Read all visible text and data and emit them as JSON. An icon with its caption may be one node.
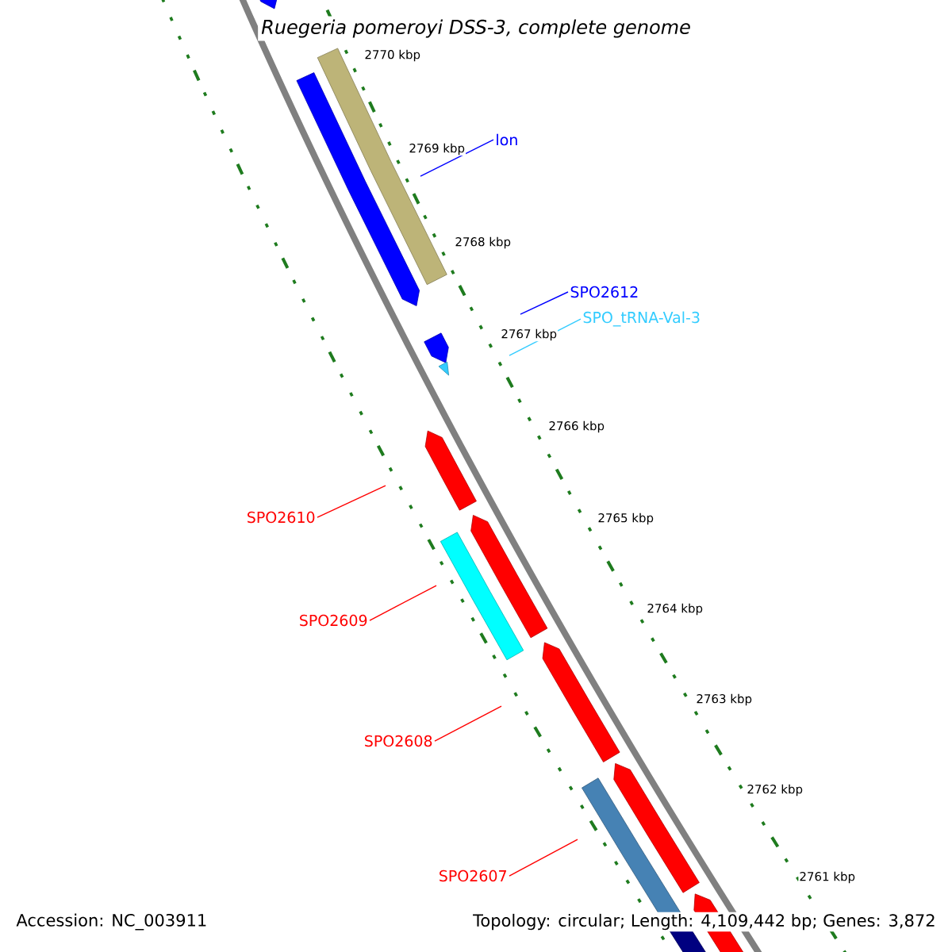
{
  "diagram": {
    "title": "Ruegeria pomeroyi DSS-3, complete genome",
    "nodes": [
      {
        "text": [
          "lon"
        ]
      },
      {
        "text": [
          "SPO2612"
        ]
      },
      {
        "text": [
          "SPO_tRNA-Val-3"
        ]
      },
      {
        "text": [
          "SPO2610"
        ]
      },
      {
        "text": [
          "SPO2609"
        ]
      },
      {
        "text": [
          "SPO2608"
        ]
      },
      {
        "text": [
          "SPO2607"
        ]
      }
    ],
    "edges": [
      {
        "from": 0,
        "to": null,
        "arrow": "none",
        "color": "#0000ff"
      },
      {
        "from": 1,
        "to": null,
        "arrow": "none",
        "color": "#0000ff"
      },
      {
        "from": 2,
        "to": null,
        "arrow": "none",
        "color": "#33ccff"
      },
      {
        "from": 3,
        "to": null,
        "arrow": "none"
      },
      {
        "from": 4,
        "to": null,
        "arrow": "none"
      },
      {
        "from": 5,
        "to": null,
        "arrow": "none"
      },
      {
        "from": 6,
        "to": null,
        "arrow": "none"
      }
    ],
    "labels": [
      "2770 kbp",
      "2769 kbp",
      "2768 kbp",
      "2767 kbp",
      "2766 kbp",
      "2765 kbp",
      "2764 kbp",
      "2763 kbp",
      "2762 kbp",
      "2761 kbp",
      "Accession: NC_003911",
      "Topology: circular; Length: 4,109,442 bp; Genes: 3,872"
    ]
  }
}
